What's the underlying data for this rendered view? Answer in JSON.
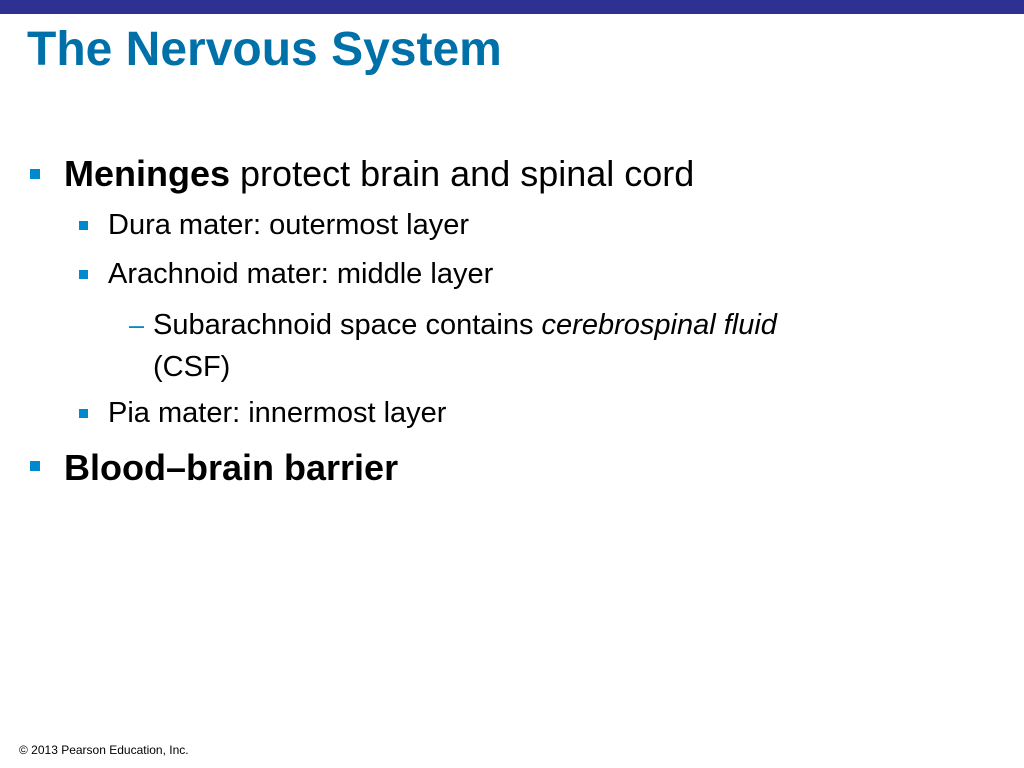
{
  "slide": {
    "title": "The Nervous System",
    "bullets": [
      {
        "level": 1,
        "bold_text": "Meninges",
        "text": " protect brain and spinal cord"
      },
      {
        "level": 2,
        "text": "Dura mater: outermost layer"
      },
      {
        "level": 2,
        "text": "Arachnoid mater: middle layer"
      },
      {
        "level": 3,
        "text": "Subarachnoid space contains ",
        "italic_text": "cerebrospinal fluid",
        "continuation": "(CSF)"
      },
      {
        "level": 2,
        "text": "Pia mater: innermost layer"
      },
      {
        "level": 1,
        "bold_text": "Blood–brain barrier"
      }
    ],
    "footer": "© 2013 Pearson Education, Inc.",
    "colors": {
      "top_bar": "#2e3192",
      "title": "#0070a9",
      "bullet": "#0089cf",
      "text": "#000000"
    },
    "dash_glyph": "–"
  }
}
